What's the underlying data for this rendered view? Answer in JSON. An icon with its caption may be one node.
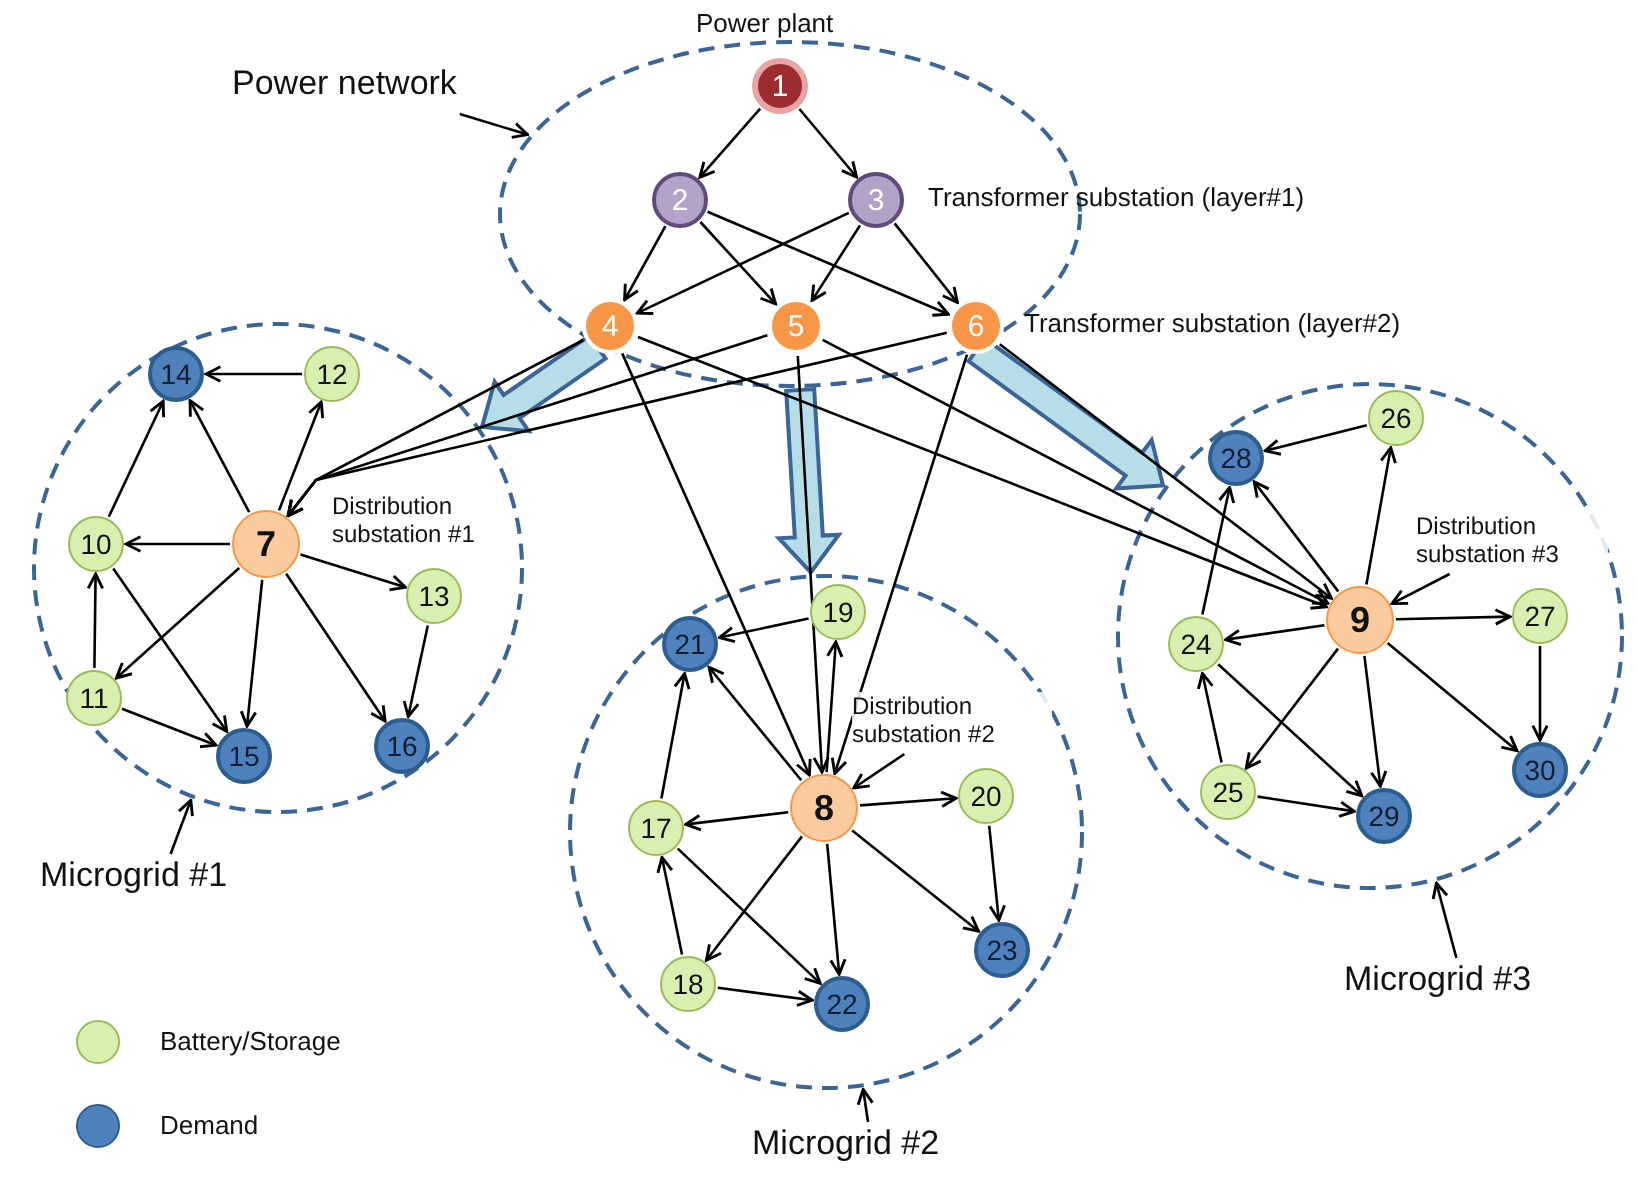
{
  "diagram": {
    "nodes": [
      {
        "text": [
          "Power network"
        ]
      },
      {
        "text": [],
        "shape": "ellipse"
      },
      {
        "text": [
          "1"
        ],
        "in": 1,
        "beside": [
          "Power plant"
        ]
      },
      {
        "text": [
          "2"
        ],
        "in": 1
      },
      {
        "text": [
          "3"
        ],
        "in": 1,
        "beside": [
          "Transformer substation (layer#1)"
        ]
      },
      {
        "text": [
          "4"
        ],
        "in": 1
      },
      {
        "text": [
          "5"
        ],
        "in": 1
      },
      {
        "text": [
          "6"
        ],
        "in": 1,
        "beside": [
          "Transformer substation (layer#2)"
        ]
      },
      {
        "text": [],
        "shape": "circle"
      },
      {
        "text": [
          "7"
        ],
        "in": 8
      },
      {
        "text": [
          "10"
        ],
        "in": 8
      },
      {
        "text": [
          "11"
        ],
        "in": 8
      },
      {
        "text": [
          "12"
        ],
        "in": 8
      },
      {
        "text": [
          "13"
        ],
        "in": 8
      },
      {
        "text": [
          "14"
        ],
        "in": 8
      },
      {
        "text": [
          "15"
        ],
        "in": 8
      },
      {
        "text": [
          "16"
        ],
        "in": 8
      },
      {
        "text": [],
        "shape": "circle"
      },
      {
        "text": [
          "8"
        ],
        "in": 17
      },
      {
        "text": [
          "Distribution substation #2"
        ],
        "in": 17
      },
      {
        "text": [
          "17"
        ],
        "in": 17
      },
      {
        "text": [
          "18"
        ],
        "in": 17
      },
      {
        "text": [
          "19"
        ],
        "in": 17
      },
      {
        "text": [
          "20"
        ],
        "in": 17
      },
      {
        "text": [
          "21"
        ],
        "in": 17
      },
      {
        "text": [
          "22"
        ],
        "in": 17
      },
      {
        "text": [
          "23"
        ],
        "in": 17
      },
      {
        "text": [],
        "shape": "circle"
      },
      {
        "text": [
          "9"
        ],
        "in": 27
      },
      {
        "text": [
          "Distribution substation #3"
        ],
        "in": 27
      },
      {
        "text": [
          "24"
        ],
        "in": 27
      },
      {
        "text": [
          "25"
        ],
        "in": 27
      },
      {
        "text": [
          "26"
        ],
        "in": 27
      },
      {
        "text": [
          "27"
        ],
        "in": 27
      },
      {
        "text": [
          "28"
        ],
        "in": 27
      },
      {
        "text": [
          "29"
        ],
        "in": 27
      },
      {
        "text": [
          "30"
        ],
        "in": 27
      },
      {
        "text": [
          "Microgrid #1"
        ]
      },
      {
        "text": [
          "Microgrid #2"
        ]
      },
      {
        "text": [
          "Microgrid #3"
        ]
      },
      {
        "text": [
          "Distribution substation #1"
        ],
        "in": 8
      }
    ],
    "edges": [
      {
        "from": 0,
        "to": 1,
        "arrow": "to"
      },
      {
        "from": 37,
        "to": 8,
        "arrow": "to"
      },
      {
        "from": 38,
        "to": 17,
        "arrow": "to"
      },
      {
        "from": 39,
        "to": 27,
        "arrow": "to"
      },
      {
        "from": 19,
        "to": 18,
        "arrow": "to"
      },
      {
        "from": 29,
        "to": 28,
        "arrow": "to"
      },
      {
        "from": 1,
        "to": 8,
        "arrow": "to",
        "style": "thick",
        "color": "#b7dde8"
      },
      {
        "from": 1,
        "to": 17,
        "arrow": "to",
        "style": "thick",
        "color": "#b7dde8"
      },
      {
        "from": 1,
        "to": 27,
        "arrow": "to",
        "style": "thick",
        "color": "#b7dde8"
      },
      {
        "from": 2,
        "to": 3,
        "arrow": "to"
      },
      {
        "from": 2,
        "to": 4,
        "arrow": "to"
      },
      {
        "from": 3,
        "to": 5,
        "arrow": "to"
      },
      {
        "from": 3,
        "to": 6,
        "arrow": "to"
      },
      {
        "from": 3,
        "to": 7,
        "arrow": "to"
      },
      {
        "from": 4,
        "to": 5,
        "arrow": "to"
      },
      {
        "from": 4,
        "to": 6,
        "arrow": "to"
      },
      {
        "from": 4,
        "to": 7,
        "arrow": "to"
      },
      {
        "from": 5,
        "to": 9,
        "arrow": "to"
      },
      {
        "from": 6,
        "to": 9,
        "arrow": "to"
      },
      {
        "from": 7,
        "to": 9,
        "arrow": "to"
      },
      {
        "from": 5,
        "to": 18,
        "arrow": "to"
      },
      {
        "from": 6,
        "to": 18,
        "arrow": "to"
      },
      {
        "from": 7,
        "to": 18,
        "arrow": "to"
      },
      {
        "from": 5,
        "to": 28,
        "arrow": "to"
      },
      {
        "from": 6,
        "to": 28,
        "arrow": "to"
      },
      {
        "from": 7,
        "to": 28,
        "arrow": "to"
      },
      {
        "from": 12,
        "to": 14,
        "arrow": "to"
      },
      {
        "from": 9,
        "to": 14,
        "arrow": "to"
      },
      {
        "from": 9,
        "to": 12,
        "arrow": "to"
      },
      {
        "from": 9,
        "to": 10,
        "arrow": "to"
      },
      {
        "from": 9,
        "to": 13,
        "arrow": "to"
      },
      {
        "from": 9,
        "to": 11,
        "arrow": "to"
      },
      {
        "from": 9,
        "to": 15,
        "arrow": "to"
      },
      {
        "from": 9,
        "to": 16,
        "arrow": "to"
      },
      {
        "from": 10,
        "to": 14,
        "arrow": "to"
      },
      {
        "from": 10,
        "to": 15,
        "arrow": "to"
      },
      {
        "from": 11,
        "to": 10,
        "arrow": "to"
      },
      {
        "from": 11,
        "to": 15,
        "arrow": "to"
      },
      {
        "from": 13,
        "to": 16,
        "arrow": "to"
      },
      {
        "from": 22,
        "to": 24,
        "arrow": "to"
      },
      {
        "from": 18,
        "to": 22,
        "arrow": "to"
      },
      {
        "from": 18,
        "to": 24,
        "arrow": "to"
      },
      {
        "from": 18,
        "to": 23,
        "arrow": "to"
      },
      {
        "from": 18,
        "to": 20,
        "arrow": "to"
      },
      {
        "from": 18,
        "to": 21,
        "arrow": "to"
      },
      {
        "from": 18,
        "to": 25,
        "arrow": "to"
      },
      {
        "from": 18,
        "to": 26,
        "arrow": "to"
      },
      {
        "from": 20,
        "to": 24,
        "arrow": "to"
      },
      {
        "from": 20,
        "to": 25,
        "arrow": "to"
      },
      {
        "from": 21,
        "to": 20,
        "arrow": "to"
      },
      {
        "from": 21,
        "to": 25,
        "arrow": "to"
      },
      {
        "from": 23,
        "to": 26,
        "arrow": "to"
      },
      {
        "from": 32,
        "to": 34,
        "arrow": "to"
      },
      {
        "from": 28,
        "to": 34,
        "arrow": "to"
      },
      {
        "from": 28,
        "to": 32,
        "arrow": "to"
      },
      {
        "from": 28,
        "to": 30,
        "arrow": "to"
      },
      {
        "from": 28,
        "to": 33,
        "arrow": "to"
      },
      {
        "from": 28,
        "to": 31,
        "arrow": "to"
      },
      {
        "from": 28,
        "to": 35,
        "arrow": "to"
      },
      {
        "from": 28,
        "to": 36,
        "arrow": "to"
      },
      {
        "from": 30,
        "to": 34,
        "arrow": "to"
      },
      {
        "from": 30,
        "to": 35,
        "arrow": "to"
      },
      {
        "from": 31,
        "to": 30,
        "arrow": "to"
      },
      {
        "from": 31,
        "to": 35,
        "arrow": "to"
      },
      {
        "from": 33,
        "to": 36,
        "arrow": "to"
      }
    ],
    "legend": [
      {
        "text": "Battery/Storage",
        "color": "#d7f0b0"
      },
      {
        "text": "Demand",
        "color": "#4f81bd"
      }
    ]
  }
}
